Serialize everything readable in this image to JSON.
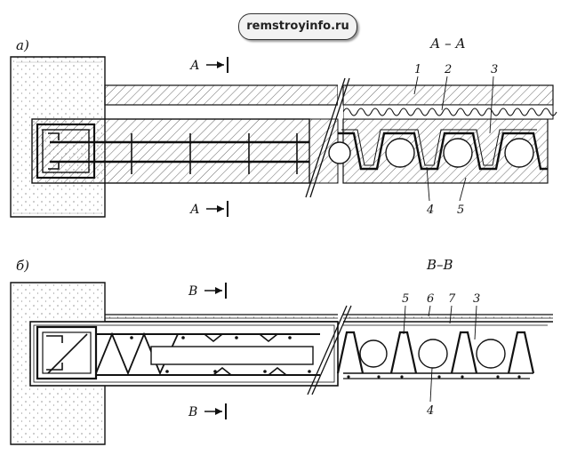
{
  "watermark": "remstroyinfo.ru",
  "panel_a": {
    "letter": "а)",
    "section_title": "А – А",
    "cut_mark_top": "А",
    "cut_mark_bottom": "А",
    "callouts": [
      "1",
      "2",
      "3",
      "4",
      "5"
    ]
  },
  "panel_b": {
    "letter": "б)",
    "section_title": "В–В",
    "cut_mark_top": "В",
    "cut_mark_bottom": "В",
    "callouts": [
      "5",
      "6",
      "7",
      "3",
      "4"
    ]
  }
}
